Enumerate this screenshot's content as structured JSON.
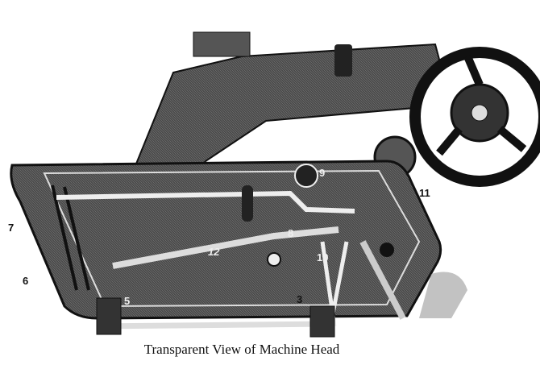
{
  "caption": "Transparent View of Machine Head",
  "part_labels": {
    "p3": "3",
    "p5": "5",
    "p6": "6",
    "p7": "7",
    "p8": "8",
    "p9": "9",
    "p10": "10",
    "p11": "11",
    "p12": "12"
  }
}
